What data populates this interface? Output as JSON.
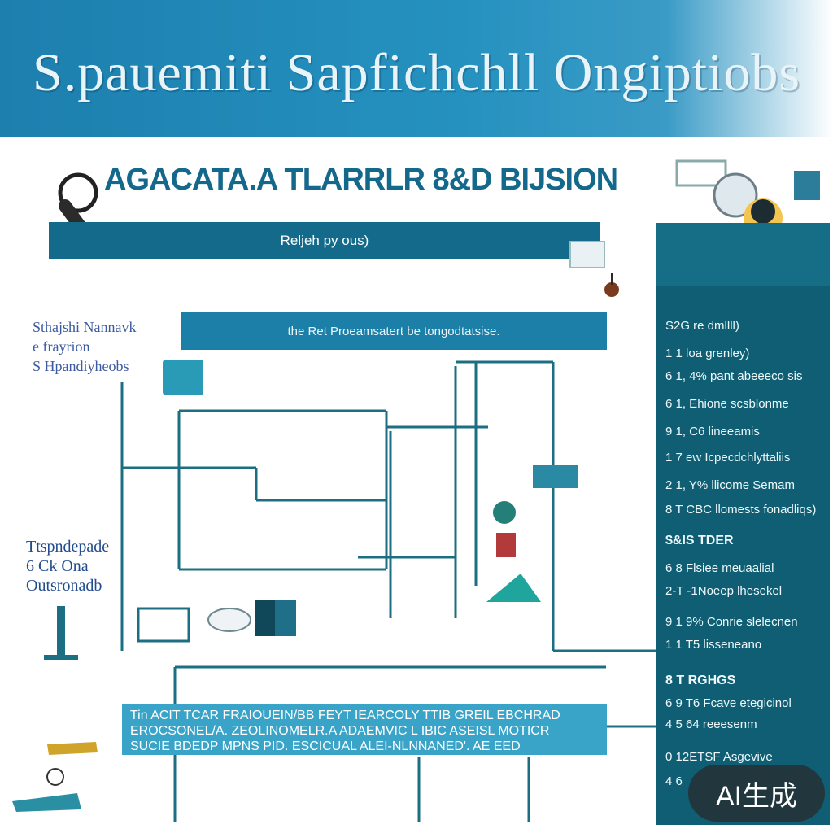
{
  "banner": {
    "title": "S.pauemiti Sapfichchll Ongiptiobs"
  },
  "heading": {
    "text": "AGACATA.A TLARRLR 8&D BIJSION"
  },
  "bar1": {
    "text": "Reljeh py ous)"
  },
  "bar2": {
    "text": "the Ret Proeamsatert be tongodtatsise."
  },
  "side_left": {
    "top": "Sthajshi Nannavk\ne frayrion\nS Hpandiyheobs",
    "middle": "Ttspndepade\n6 Ck Ona\nOutsronadb"
  },
  "right_panel": {
    "items": [
      {
        "text": "S2G re dmllll)",
        "section": false
      },
      {
        "text": "1 1 loa grenley)",
        "section": false
      },
      {
        "text": "6 1, 4% pant abeeeco sis",
        "section": false
      },
      {
        "text": "6 1, Ehione scsblonme",
        "section": false
      },
      {
        "text": "9 1, C6 lineeamis",
        "section": false
      },
      {
        "text": "1 7 ew Icpecdchlyttaliis",
        "section": false
      },
      {
        "text": "2 1, Y% llicome Semam",
        "section": false
      },
      {
        "text": "8 T CBC llomests fonadliqs)",
        "section": false
      },
      {
        "text": "$&IS TDER",
        "section": true
      },
      {
        "text": "6 8 Flsiee meuaalial",
        "section": false
      },
      {
        "text": "2-T -1Noeep lhesekel",
        "section": false
      },
      {
        "text": "9 1 9% Conrie slelecnen",
        "section": false
      },
      {
        "text": "1 1 T5 lisseneano",
        "section": false
      },
      {
        "text": "8 T RGHGS",
        "section": true
      },
      {
        "text": "6 9 T6 Fcave etegicinol",
        "section": false
      },
      {
        "text": "4 5 64 reeesenm",
        "section": false
      },
      {
        "text": "0 12ETSF Asgevive",
        "section": false
      },
      {
        "text": "4 6",
        "section": false
      }
    ]
  },
  "footer": {
    "lines": [
      "Tin ACIT TCAR FRAIOUEIN/BB FEYT IEARCOLY TTIB GREIL EBCHRAD",
      "EROCSONEL/A. ZEOLINOMELR.A ADAEMVIC L IBIC ASEISL MOTICR",
      "SUCIE BDEDP MPNS PID. ESCICUAL ALEI-NLNNANED'. AE EED"
    ]
  },
  "watermark": {
    "text": "AI生成"
  },
  "colors": {
    "accent": "#1d7fae",
    "dark_teal": "#0f5e73",
    "line": "#1c6f82"
  }
}
